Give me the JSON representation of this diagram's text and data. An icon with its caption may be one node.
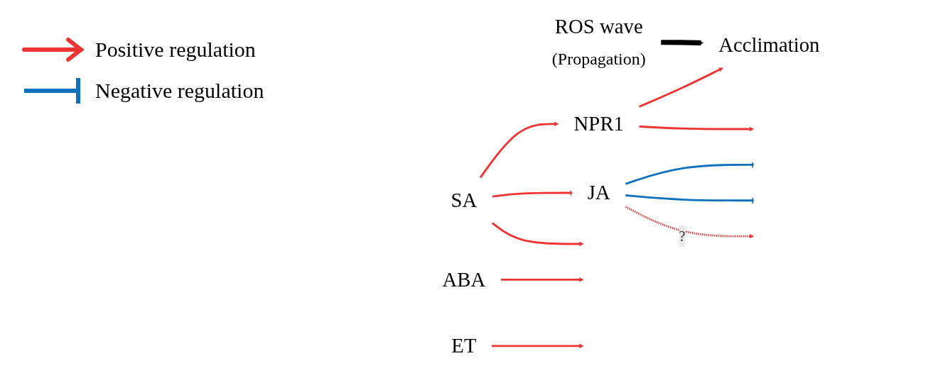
{
  "diagram": {
    "nodes": [
      {
        "text": [
          "SA"
        ]
      },
      {
        "text": [
          "NPR1"
        ]
      },
      {
        "text": [
          "ROS wave"
        ],
        "beside": [
          "(Propagation)"
        ]
      },
      {
        "text": [
          "Acclimation"
        ]
      },
      {
        "text": [
          "ABA"
        ]
      },
      {
        "text": [
          "JA"
        ]
      },
      {
        "text": [
          "ET"
        ]
      }
    ],
    "edges": [
      {
        "from": 2,
        "to": 3,
        "arrow": "to",
        "style": "thick",
        "color": "#000000"
      },
      {
        "from": 0,
        "to": 1,
        "arrow": "to"
      },
      {
        "from": 1,
        "to": 3,
        "arrow": "to"
      },
      {
        "from": 0,
        "to": null,
        "arrow": "to"
      },
      {
        "from": 1,
        "to": null,
        "arrow": "to"
      },
      {
        "from": 4,
        "to": null,
        "arrow": "to"
      },
      {
        "from": 6,
        "to": null,
        "arrow": "to"
      },
      {
        "from": 0,
        "to": 5,
        "arrow": "other"
      },
      {
        "from": 5,
        "to": null,
        "arrow": "other",
        "color": "#1070bb"
      },
      {
        "from": 5,
        "to": null,
        "arrow": "other",
        "color": "#1070bb"
      },
      {
        "from": 5,
        "to": null,
        "arrow": "to",
        "style": "dashed",
        "label": "?"
      }
    ],
    "legend": [
      {
        "text": "Positive regulation"
      },
      {
        "text": "Negative regulation"
      }
    ]
  }
}
